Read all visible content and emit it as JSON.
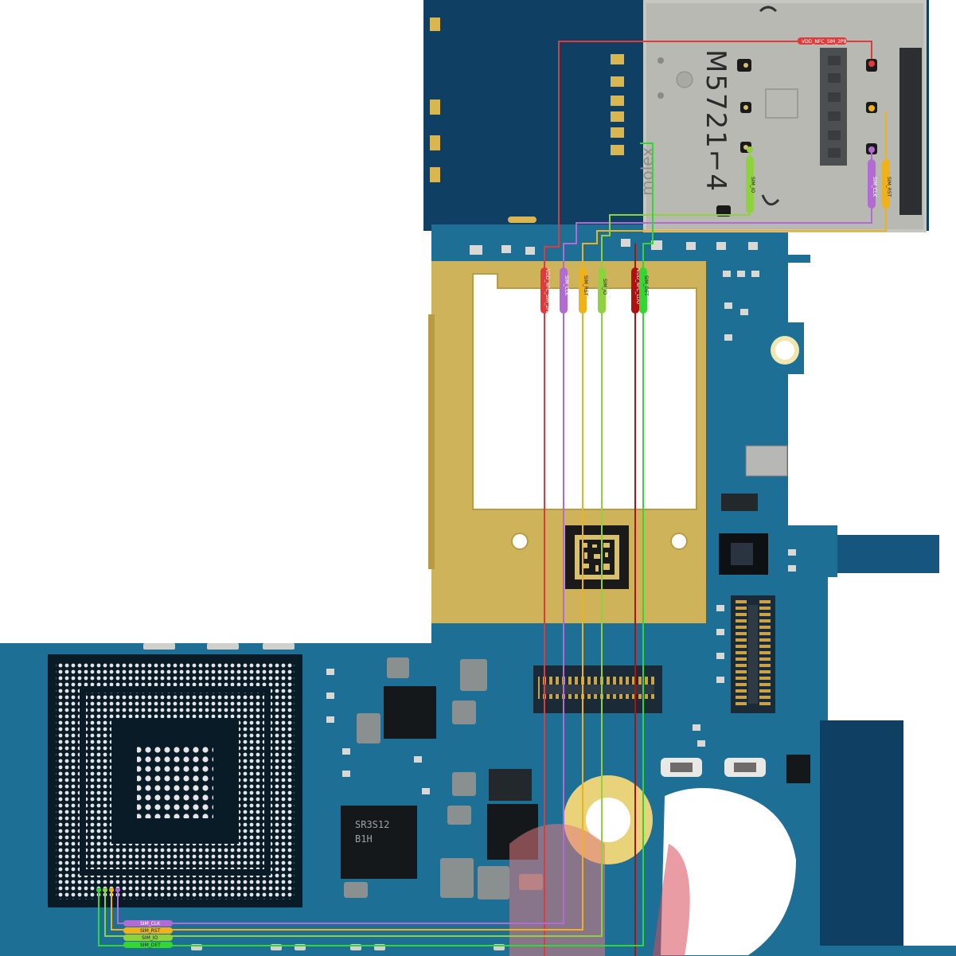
{
  "diagram": {
    "connector_marking": "M5721⌐4",
    "connector_brand": "molex",
    "colors": {
      "pcb": "#1e6f96",
      "pcb_dark": "#0f3f63",
      "gold": "#cfb35a",
      "shield": "#c7c7c2",
      "vdd": "#e23a3a",
      "vdd_dark": "#b01010",
      "clk": "#b36bd4",
      "rst": "#f0b21a",
      "io": "#8fd13f",
      "det": "#33d633"
    },
    "nets": [
      {
        "id": "vdd",
        "label": "VDD_NFC_SIM_2P8",
        "color": "#e23a3a"
      },
      {
        "id": "clk",
        "label": "SIM_CLK",
        "color": "#b36bd4"
      },
      {
        "id": "rst",
        "label": "SIM_RST",
        "color": "#f0b21a"
      },
      {
        "id": "io",
        "label": "SIM_IO",
        "color": "#8fd13f"
      },
      {
        "id": "vdd_ldo",
        "label": "VDD_NFC_LDO",
        "color": "#b01010"
      },
      {
        "id": "det",
        "label": "SIM_DET",
        "color": "#33d633"
      }
    ],
    "bottom_labels": [
      "SIM_CLK",
      "SIM_RST",
      "SIM_IO",
      "SIM_DET"
    ]
  }
}
